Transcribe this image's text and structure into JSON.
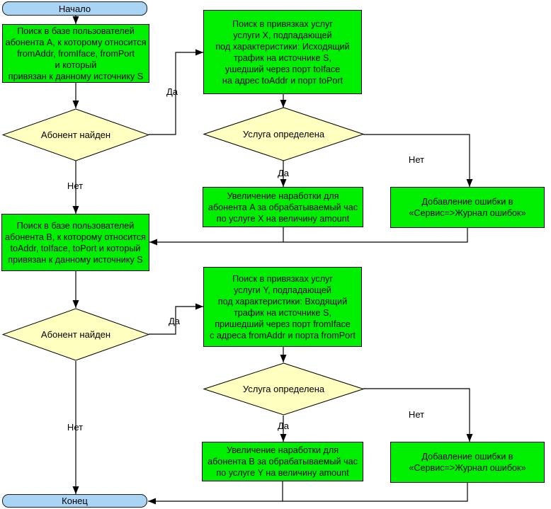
{
  "diagram": {
    "kind": "flowchart",
    "language": "ru"
  },
  "colors": {
    "process_fill": "#00ef00",
    "decision_fill": "#ffffc0",
    "terminator_fill": "#aad4f4",
    "line": "#000000",
    "text": "#000000"
  },
  "nodes": {
    "start": {
      "label": "Начало"
    },
    "end": {
      "label": "Конец"
    },
    "search_a": {
      "text": "Поиск в базе пользователей\nабонента A, к которому относится\nfromAddr, fromIface, fromPort\nи который\nпривязан к данному источнику S"
    },
    "decision_abonent_1": {
      "label": "Абонент найден"
    },
    "search_service_x": {
      "text": "Поиск в привязках услуг\nуслуги X, подпадающей\nпод характеристики: Исходящий\nтрафик на источнике S,\nушедший через порт toIface\nна адрес toAddr и порт toPort"
    },
    "decision_service_1": {
      "label": "Услуга определена"
    },
    "increment_a": {
      "text": "Увеличение наработки для\nабонента A за обрабатываемый час\nпо услуге X на величину amount"
    },
    "error_1": {
      "text": "Добавление ошибки в\n«Сервис=>Журнал ошибок»"
    },
    "search_b": {
      "text": "Поиск в базе пользователей\nабонента B, к которому относится\ntoAddr, toIface, toPort и который\nпривязан к данному источнику S"
    },
    "decision_abonent_2": {
      "label": "Абонент найден"
    },
    "search_service_y": {
      "text": "Поиск в привязках услуг\nуслуги Y, подпадающей\nпод характеристики: Входящий\nтрафик на источнике S,\nпришедший через порт fromIface\nс адреса fromAddr и порта fromPort"
    },
    "decision_service_2": {
      "label": "Услуга определена"
    },
    "increment_b": {
      "text": "Увеличение наработки для\nабонента B за обрабатываемый час\nпо услуге Y на величину amount"
    },
    "error_2": {
      "text": "Добавление ошибки в\n«Сервис=>Журнал ошибок»"
    }
  },
  "edge_labels": {
    "abonent1_yes": "Да",
    "abonent1_no": "Нет",
    "service1_yes": "Да",
    "service1_no": "Нет",
    "abonent2_yes": "Да",
    "abonent2_no": "Нет",
    "service2_yes": "Да",
    "service2_no": "Нет"
  }
}
